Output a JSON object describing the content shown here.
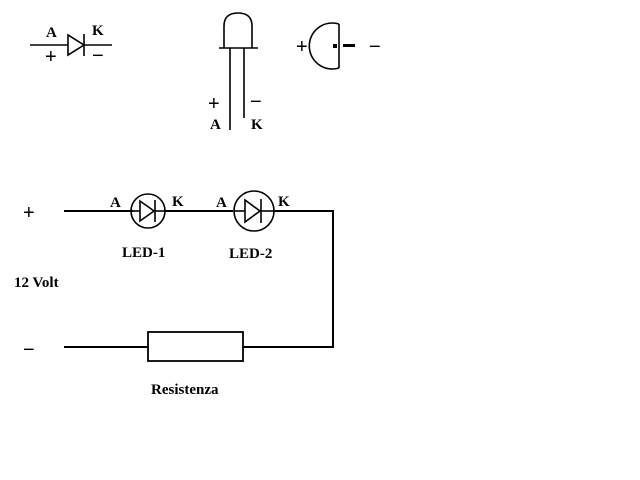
{
  "diode_symbol": {
    "anode_label": "A",
    "cathode_label": "K",
    "plus": "+",
    "minus": "−"
  },
  "led_side_view": {
    "plus": "+",
    "minus": "−",
    "anode_label": "A",
    "cathode_label": "K"
  },
  "led_top_view": {
    "plus": "+",
    "minus": "−"
  },
  "circuit": {
    "plus": "+",
    "minus": "−",
    "voltage_label": "12 Volt",
    "led1": {
      "name": "LED-1",
      "anode": "A",
      "cathode": "K"
    },
    "led2": {
      "name": "LED-2",
      "anode": "A",
      "cathode": "K"
    },
    "resistor_label": "Resistenza"
  }
}
